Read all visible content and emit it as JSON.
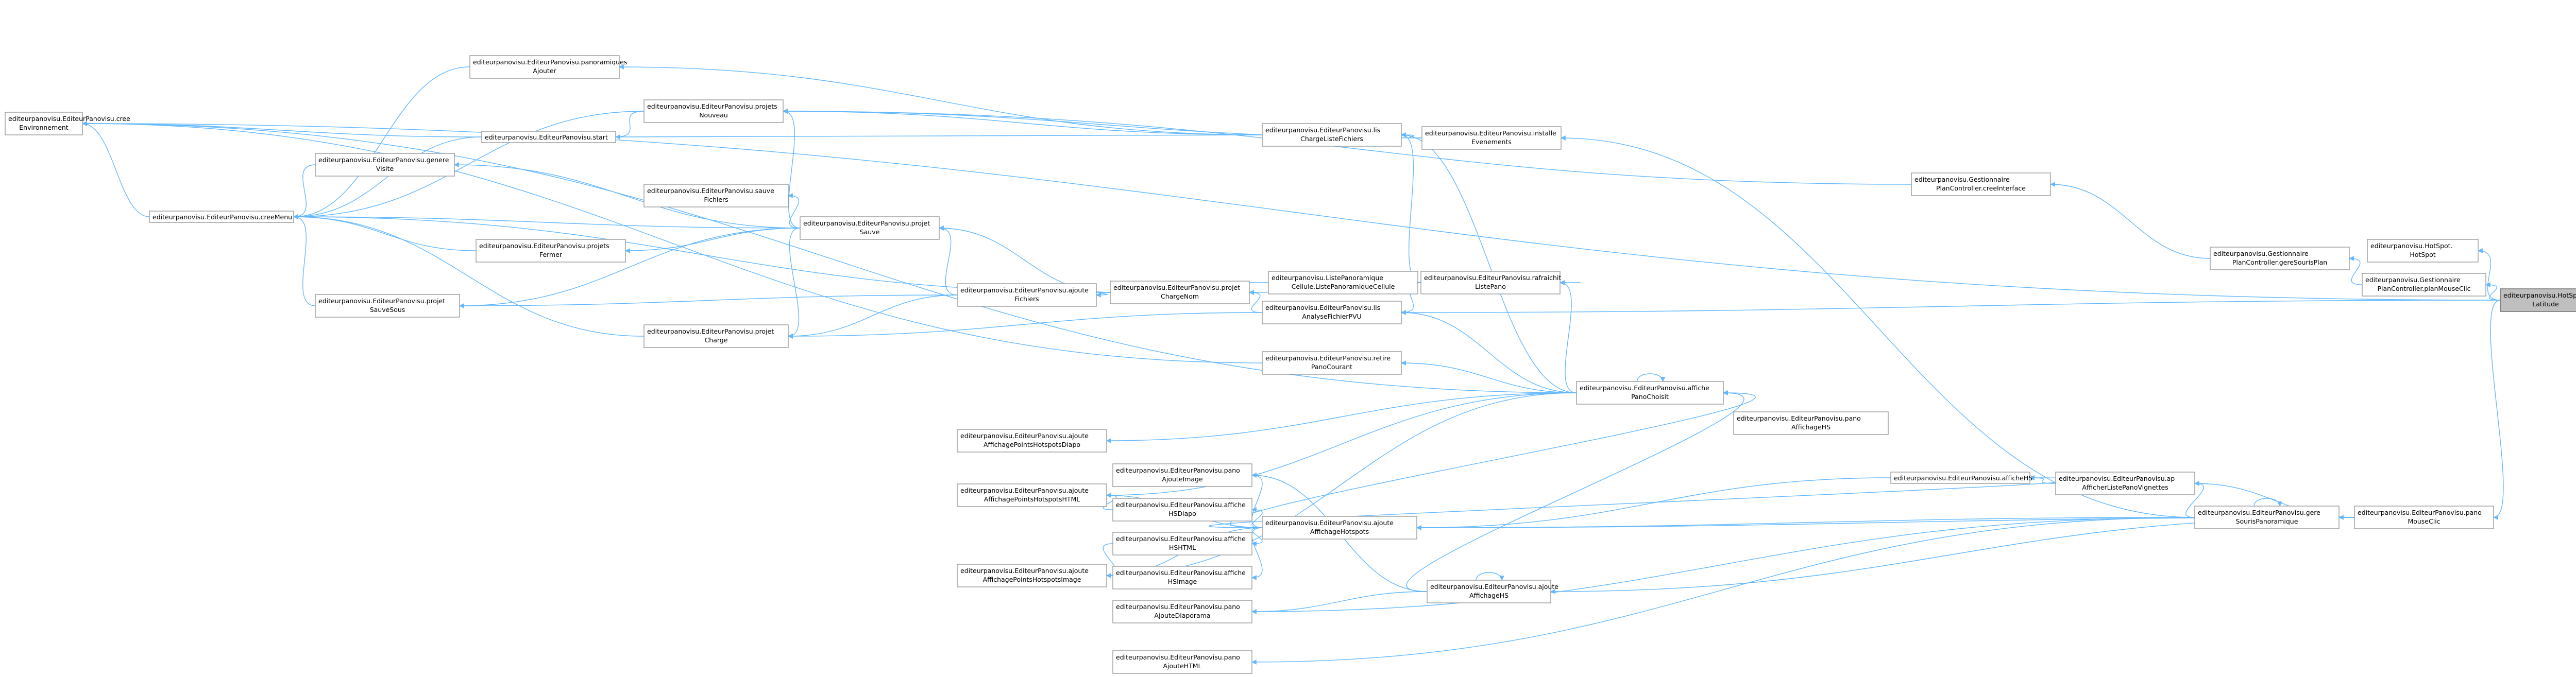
{
  "graph": {
    "colors": {
      "edge": "#63b8ff",
      "node_border": "#999999",
      "node_fill": "#ffffff",
      "target_fill": "#bfbfbf"
    },
    "nodes": [
      {
        "id": "cree",
        "lines": [
          "editeurpanovisu.EditeurPanovisu.cree",
          "Environnement"
        ]
      },
      {
        "id": "creeMenu",
        "lines": [
          "editeurpanovisu.EditeurPanovisu.creeMenu"
        ]
      },
      {
        "id": "ajouterPano",
        "lines": [
          "editeurpanovisu.EditeurPanovisu.panoramiques",
          "Ajouter"
        ]
      },
      {
        "id": "start",
        "lines": [
          "editeurpanovisu.EditeurPanovisu.start"
        ]
      },
      {
        "id": "genereVisite",
        "lines": [
          "editeurpanovisu.EditeurPanovisu.genere",
          "Visite"
        ]
      },
      {
        "id": "projetsNouveau",
        "lines": [
          "editeurpanovisu.EditeurPanovisu.projets",
          "Nouveau"
        ]
      },
      {
        "id": "sauveFichiers",
        "lines": [
          "editeurpanovisu.EditeurPanovisu.sauve",
          "Fichiers"
        ]
      },
      {
        "id": "projetSauve",
        "lines": [
          "editeurpanovisu.EditeurPanovisu.projet",
          "Sauve"
        ]
      },
      {
        "id": "projetsFermer",
        "lines": [
          "editeurpanovisu.EditeurPanovisu.projets",
          "Fermer"
        ]
      },
      {
        "id": "projetSauveSous",
        "lines": [
          "editeurpanovisu.EditeurPanovisu.projet",
          "SauveSous"
        ]
      },
      {
        "id": "ajouteFichiersAuto",
        "lines": [
          "editeurpanovisu.EditeurPanovisu.ajoute",
          "Fichiers"
        ]
      },
      {
        "id": "projetChargeNom",
        "lines": [
          "editeurpanovisu.EditeurPanovisu.projet",
          "ChargeNom"
        ]
      },
      {
        "id": "projetCharge",
        "lines": [
          "editeurpanovisu.EditeurPanovisu.projet",
          "Charge"
        ]
      },
      {
        "id": "chargeListeFichiers",
        "lines": [
          "editeurpanovisu.EditeurPanovisu.lis",
          "ChargeListeFichiers"
        ]
      },
      {
        "id": "installeEvenements",
        "lines": [
          "editeurpanovisu.EditeurPanovisu.installe",
          "Evenements"
        ]
      },
      {
        "id": "listePanoCellule",
        "lines": [
          "editeurpanovisu.ListePanoramique",
          "Cellule.ListePanoramiqueCellule"
        ]
      },
      {
        "id": "rafraichitListe",
        "lines": [
          "editeurpanovisu.EditeurPanovisu.rafraichit",
          "ListePano"
        ]
      },
      {
        "id": "analyseFichierPVU",
        "lines": [
          "editeurpanovisu.EditeurPanovisu.lis",
          "AnalyseFichierPVU"
        ]
      },
      {
        "id": "retirePanoCourant",
        "lines": [
          "editeurpanovisu.EditeurPanovisu.retire",
          "PanoCourant"
        ]
      },
      {
        "id": "affichePanoChoisit",
        "lines": [
          "editeurpanovisu.EditeurPanovisu.affiche",
          "PanoChoisit"
        ]
      },
      {
        "id": "ajouteHotspots",
        "lines": [
          "editeurpanovisu.EditeurPanovisu.ajoute",
          "AffichageHotspots"
        ]
      },
      {
        "id": "afficheHS",
        "lines": [
          "editeurpanovisu.EditeurPanovisu.afficheHS"
        ]
      },
      {
        "id": "afficheListeVignettes",
        "lines": [
          "editeurpanovisu.EditeurPanovisu.ap",
          "AfficherListePanoVignettes"
        ]
      },
      {
        "id": "gereSourisPano",
        "lines": [
          "editeurpanovisu.EditeurPanovisu.gere",
          "SourisPanoramique"
        ]
      },
      {
        "id": "panoMouseClic",
        "lines": [
          "editeurpanovisu.EditeurPanovisu.pano",
          "MouseClic"
        ]
      },
      {
        "id": "ajouteHotspotsDiapo",
        "lines": [
          "editeurpanovisu.EditeurPanovisu.ajoute",
          "AffichagePointsHotspotsDiapo"
        ]
      },
      {
        "id": "ajouteHotspotsHTML",
        "lines": [
          "editeurpanovisu.EditeurPanovisu.ajoute",
          "AffichagePointsHotspotsHTML"
        ]
      },
      {
        "id": "ajouteHotspotsImage",
        "lines": [
          "editeurpanovisu.EditeurPanovisu.ajoute",
          "AffichagePointsHotspotsImage"
        ]
      },
      {
        "id": "panoAjouteImage",
        "lines": [
          "editeurpanovisu.EditeurPanovisu.pano",
          "AjouteImage"
        ]
      },
      {
        "id": "afficheHSDiapo",
        "lines": [
          "editeurpanovisu.EditeurPanovisu.affiche",
          "HSDiapo"
        ]
      },
      {
        "id": "afficheHSHTML",
        "lines": [
          "editeurpanovisu.EditeurPanovisu.affiche",
          "HSHTML"
        ]
      },
      {
        "id": "ajouteAffichageHS",
        "lines": [
          "editeurpanovisu.EditeurPanovisu.ajoute",
          "AffichageHS"
        ]
      },
      {
        "id": "afficheHSImage",
        "lines": [
          "editeurpanovisu.EditeurPanovisu.affiche",
          "HSImage"
        ]
      },
      {
        "id": "panoAffichageHS",
        "lines": [
          "editeurpanovisu.EditeurPanovisu.pano",
          "AffichageHS"
        ]
      },
      {
        "id": "panoAjouteDiaporama",
        "lines": [
          "editeurpanovisu.EditeurPanovisu.pano",
          "AjouteDiaporama"
        ]
      },
      {
        "id": "panoAjouteHTML",
        "lines": [
          "editeurpanovisu.EditeurPanovisu.pano",
          "AjouteHTML"
        ]
      },
      {
        "id": "gestionnaireCreeInterface",
        "lines": [
          "editeurpanovisu.Gestionnaire",
          "PlanController.creeInterface"
        ]
      },
      {
        "id": "gestionnaireGereSouris",
        "lines": [
          "editeurpanovisu.Gestionnaire",
          "PlanController.gereSourisPlan"
        ]
      },
      {
        "id": "hotspotHotspot",
        "lines": [
          "editeurpanovisu.HotSpot.",
          "HotSpot"
        ]
      },
      {
        "id": "gestionnairePlanMouseClic",
        "lines": [
          "editeurpanovisu.Gestionnaire",
          "PlanController.planMouseClic"
        ]
      },
      {
        "id": "setLatitude",
        "lines": [
          "editeurpanovisu.HotSpot.set",
          "Latitude"
        ],
        "target": true
      }
    ],
    "edges": [
      [
        "creeMenu",
        "cree"
      ],
      [
        "start",
        "cree"
      ],
      [
        "genereVisite",
        "creeMenu"
      ],
      [
        "start",
        "creeMenu"
      ],
      [
        "projetsNouveau",
        "creeMenu"
      ],
      [
        "projetSauve",
        "creeMenu"
      ],
      [
        "projetsFermer",
        "creeMenu"
      ],
      [
        "projetSauveSous",
        "creeMenu"
      ],
      [
        "projetCharge",
        "creeMenu"
      ],
      [
        "ajouterPano",
        "creeMenu"
      ],
      [
        "projetsNouveau",
        "start"
      ],
      [
        "projetSauve",
        "genereVisite"
      ],
      [
        "projetSauve",
        "projetsNouveau"
      ],
      [
        "projetSauve",
        "projetsFermer"
      ],
      [
        "projetSauve",
        "projetSauveSous"
      ],
      [
        "projetSauve",
        "sauveFichiers"
      ],
      [
        "projetSauve",
        "projetCharge"
      ],
      [
        "projetChargeNom",
        "projetSauve"
      ],
      [
        "ajouteFichiersAuto",
        "projetSauve"
      ],
      [
        "ajouteFichiersAuto",
        "projetSauveSous"
      ],
      [
        "ajouteFichiersAuto",
        "projetCharge"
      ],
      [
        "projetChargeNom",
        "ajouteFichiersAuto"
      ],
      [
        "projetChargeNom",
        "creeMenu"
      ],
      [
        "chargeListeFichiers",
        "projetsNouveau"
      ],
      [
        "chargeListeFichiers",
        "ajouterPano"
      ],
      [
        "chargeListeFichiers",
        "start"
      ],
      [
        "installeEvenements",
        "chargeListeFichiers"
      ],
      [
        "installeEvenements",
        "projetsNouveau"
      ],
      [
        "analyseFichierPVU",
        "projetCharge"
      ],
      [
        "analyseFichierPVU",
        "projetChargeNom"
      ],
      [
        "listePanoCellule",
        "rafraichitListe"
      ],
      [
        "rafraichitListe",
        "chargeListeFichiers"
      ],
      [
        "rafraichitListe",
        "analyseFichierPVU"
      ],
      [
        "rafraichitListe",
        "projetChargeNom"
      ],
      [
        "retirePanoCourant",
        "cree"
      ],
      [
        "affichePanoChoisit",
        "retirePanoCourant"
      ],
      [
        "affichePanoChoisit",
        "rafraichitListe"
      ],
      [
        "affichePanoChoisit",
        "analyseFichierPVU"
      ],
      [
        "affichePanoChoisit",
        "chargeListeFichiers"
      ],
      [
        "affichePanoChoisit",
        "cree"
      ],
      [
        "affichePanoChoisit",
        "affichePanoChoisit"
      ],
      [
        "affichePanoChoisit",
        "ajouteHotspotsDiapo"
      ],
      [
        "affichePanoChoisit",
        "ajouteHotspotsHTML"
      ],
      [
        "affichePanoChoisit",
        "ajouteHotspotsImage"
      ],
      [
        "ajouteHotspots",
        "affichePanoChoisit"
      ],
      [
        "ajouteAffichageHS",
        "affichePanoChoisit"
      ],
      [
        "ajouteHotspots",
        "afficheHS"
      ],
      [
        "afficheHS",
        "ajouteHotspots"
      ],
      [
        "afficheListeVignettes",
        "afficheHS"
      ],
      [
        "gereSourisPano",
        "afficheListeVignettes"
      ],
      [
        "gereSourisPano",
        "installeEvenements"
      ],
      [
        "gereSourisPano",
        "gereSourisPano"
      ],
      [
        "gereSourisPano",
        "ajouteHotspots"
      ],
      [
        "gereSourisPano",
        "panoAjouteDiaporama"
      ],
      [
        "gereSourisPano",
        "panoAjouteHTML"
      ],
      [
        "panoMouseClic",
        "gereSourisPano"
      ],
      [
        "panoMouseClic",
        "ajouteAffichageHS"
      ],
      [
        "panoMouseClic",
        "afficheListeVignettes"
      ],
      [
        "panoMouseClic",
        "ajouteHotspots"
      ],
      [
        "ajouteHotspots",
        "panoAjouteImage"
      ],
      [
        "ajouteHotspots",
        "afficheHSDiapo"
      ],
      [
        "ajouteHotspots",
        "afficheHSHTML"
      ],
      [
        "ajouteHotspots",
        "afficheHSImage"
      ],
      [
        "ajouteHotspots",
        "ajouteHotspotsHTML"
      ],
      [
        "ajouteAffichageHS",
        "panoAjouteImage"
      ],
      [
        "ajouteAffichageHS",
        "ajouteAffichageHS"
      ],
      [
        "ajouteAffichageHS",
        "panoAjouteDiaporama"
      ],
      [
        "afficheHSDiapo",
        "ajouteHotspotsHTML"
      ],
      [
        "afficheHSHTML",
        "ajouteHotspotsImage"
      ],
      [
        "ajouteHotspots",
        "ajouteHotspotsImage"
      ],
      [
        "gestionnaireCreeInterface",
        "projetsNouveau"
      ],
      [
        "gestionnaireGereSouris",
        "gestionnaireCreeInterface"
      ],
      [
        "gestionnairePlanMouseClic",
        "gestionnaireGereSouris"
      ],
      [
        "setLatitude",
        "hotspotHotspot"
      ],
      [
        "setLatitude",
        "gestionnairePlanMouseClic"
      ],
      [
        "setLatitude",
        "panoMouseClic"
      ],
      [
        "setLatitude",
        "analyseFichierPVU"
      ],
      [
        "setLatitude",
        "cree"
      ]
    ]
  }
}
